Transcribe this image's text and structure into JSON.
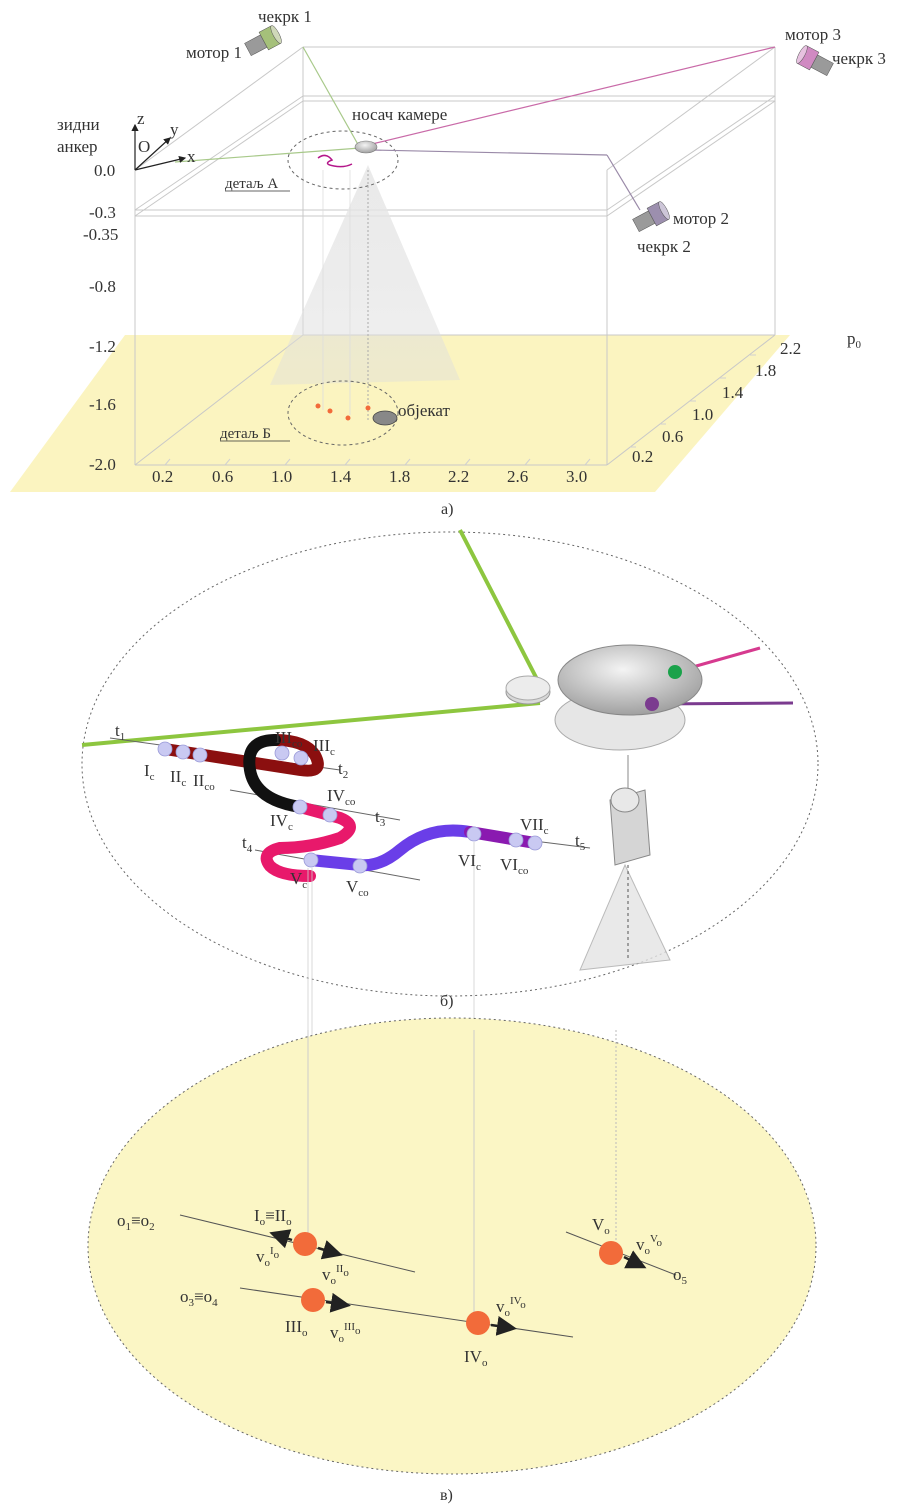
{
  "panel_a": {
    "caption": "а)",
    "spool_1": "чекрк 1",
    "motor_1": "мотор 1",
    "motor_3": "мотор 3",
    "spool_3": "чекрк 3",
    "motor_2": "мотор 2",
    "spool_2": "чекрк 2",
    "wall_anchor_1": "зидни",
    "wall_anchor_2": "анкер",
    "camera_carrier": "носач камере",
    "detail_a": "детаљ А",
    "detail_b": "детаљ Б",
    "object": "објекат",
    "axis_z": "z",
    "axis_y": "y",
    "axis_x": "x",
    "origin": "O",
    "plane_label": "p",
    "plane_sub": "0",
    "z_ticks": [
      "0.0",
      "-0.3",
      "-0.35",
      "-0.8",
      "-1.2",
      "-1.6",
      "-2.0"
    ],
    "x_ticks": [
      "0.2",
      "0.6",
      "1.0",
      "1.4",
      "1.8",
      "2.2",
      "2.6",
      "3.0"
    ],
    "y_ticks": [
      "2.2",
      "1.8",
      "1.4",
      "1.0",
      "0.6",
      "0.2"
    ]
  },
  "panel_b": {
    "caption": "б)",
    "lines": [
      {
        "t": "t",
        "s": "1"
      },
      {
        "t": "t",
        "s": "2"
      },
      {
        "t": "t",
        "s": "3"
      },
      {
        "t": "t",
        "s": "4"
      },
      {
        "t": "t",
        "s": "5"
      }
    ],
    "points": [
      {
        "m": "I",
        "s": "c"
      },
      {
        "m": "II",
        "s": "c"
      },
      {
        "m": "II",
        "s": "co"
      },
      {
        "m": "III",
        "s": "co"
      },
      {
        "m": "III",
        "s": "c"
      },
      {
        "m": "IV",
        "s": "co"
      },
      {
        "m": "IV",
        "s": "c"
      },
      {
        "m": "V",
        "s": "c"
      },
      {
        "m": "V",
        "s": "co"
      },
      {
        "m": "VI",
        "s": "c"
      },
      {
        "m": "VI",
        "s": "co"
      },
      {
        "m": "VII",
        "s": "c"
      }
    ],
    "colors": {
      "green_rope": "#8dc63f",
      "pink_rope": "#d63a8f",
      "purple_rope": "#7b3b8f",
      "dark_red": "#8b0f0f",
      "black": "#111111",
      "magenta": "#e8196b",
      "violet": "#6a3ee8",
      "purple": "#8a1ab0",
      "marker": "#c9c9f2"
    }
  },
  "panel_c": {
    "caption": "в)",
    "o12": "o",
    "o12_s1": "1",
    "o12_mid": "≡o",
    "o12_s2": "2",
    "o34": "o",
    "o34_s1": "3",
    "o34_mid": "≡o",
    "o34_s2": "4",
    "o5": "o",
    "o5_s": "5",
    "top_pair_1": "I",
    "top_pair_1s": "o",
    "top_pair_mid": "≡II",
    "top_pair_2s": "o",
    "v1": "v",
    "v1_s": "o",
    "v1_sup": "I",
    "v1_supsub": "o",
    "v2": "v",
    "v2_s": "o",
    "v2_sup": "II",
    "v2_supsub": "o",
    "p3": "III",
    "p3_s": "o",
    "v3": "v",
    "v3_s": "o",
    "v3_sup": "III",
    "v3_supsub": "o",
    "p4": "IV",
    "p4_s": "o",
    "v4": "v",
    "v4_s": "o",
    "v4_sup": "IV",
    "v4_supsub": "o",
    "p5": "V",
    "p5_s": "o",
    "v5": "v",
    "v5_s": "o",
    "v5_sup": "V",
    "v5_supsub": "o",
    "colors": {
      "object": "#f26b3a",
      "floor": "#fbf6c5"
    }
  }
}
